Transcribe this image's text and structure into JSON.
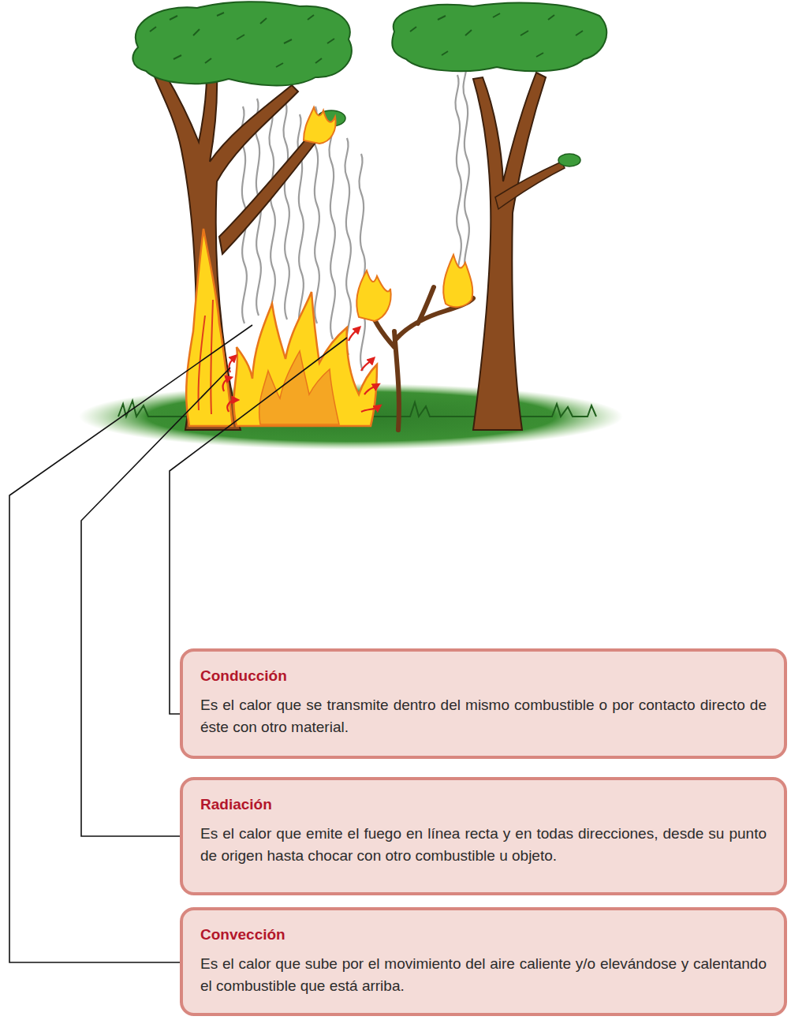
{
  "diagram": {
    "nodes": [
      {
        "text": [
          "Conducción",
          "Es el calor que se transmite dentro del mismo combustible o por contacto directo de éste con otro material."
        ]
      },
      {
        "text": [
          "Radiación",
          "Es el calor que emite el fuego en línea recta y en todas direcciones, desde su punto de origen hasta chocar con otro combustible u objeto."
        ]
      },
      {
        "text": [
          "Convección",
          "Es el calor que sube por el movimiento del aire caliente y/o elevándose y calentando el combustible que está arriba."
        ]
      }
    ]
  }
}
